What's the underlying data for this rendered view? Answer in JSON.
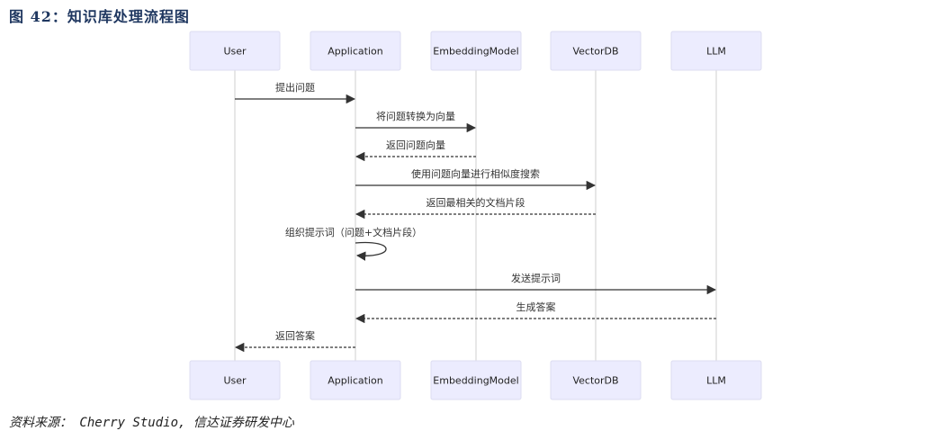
{
  "figure": {
    "title": "图 42：知识库处理流程图",
    "source": "资料来源： Cherry Studio, 信达证券研发中心"
  },
  "colors": {
    "actor_fill": "#ececfe",
    "actor_border": "#dcdcf0",
    "lifeline": "#cfcfcf",
    "message": "#333333",
    "title": "#1f3760"
  },
  "actors": [
    "User",
    "Application",
    "EmbeddingModel",
    "VectorDB",
    "LLM"
  ],
  "messages": [
    {
      "from": "User",
      "to": "Application",
      "label": "提出问题",
      "style": "solid"
    },
    {
      "from": "Application",
      "to": "EmbeddingModel",
      "label": "将问题转换为向量",
      "style": "solid"
    },
    {
      "from": "EmbeddingModel",
      "to": "Application",
      "label": "返回问题向量",
      "style": "dashed"
    },
    {
      "from": "Application",
      "to": "VectorDB",
      "label": "使用问题向量进行相似度搜索",
      "style": "solid"
    },
    {
      "from": "VectorDB",
      "to": "Application",
      "label": "返回最相关的文档片段",
      "style": "dashed"
    },
    {
      "from": "Application",
      "to": "Application",
      "label": "组织提示词（问题+文档片段）",
      "style": "self"
    },
    {
      "from": "Application",
      "to": "LLM",
      "label": "发送提示词",
      "style": "solid"
    },
    {
      "from": "LLM",
      "to": "Application",
      "label": "生成答案",
      "style": "dashed"
    },
    {
      "from": "Application",
      "to": "User",
      "label": "返回答案",
      "style": "dashed"
    }
  ]
}
